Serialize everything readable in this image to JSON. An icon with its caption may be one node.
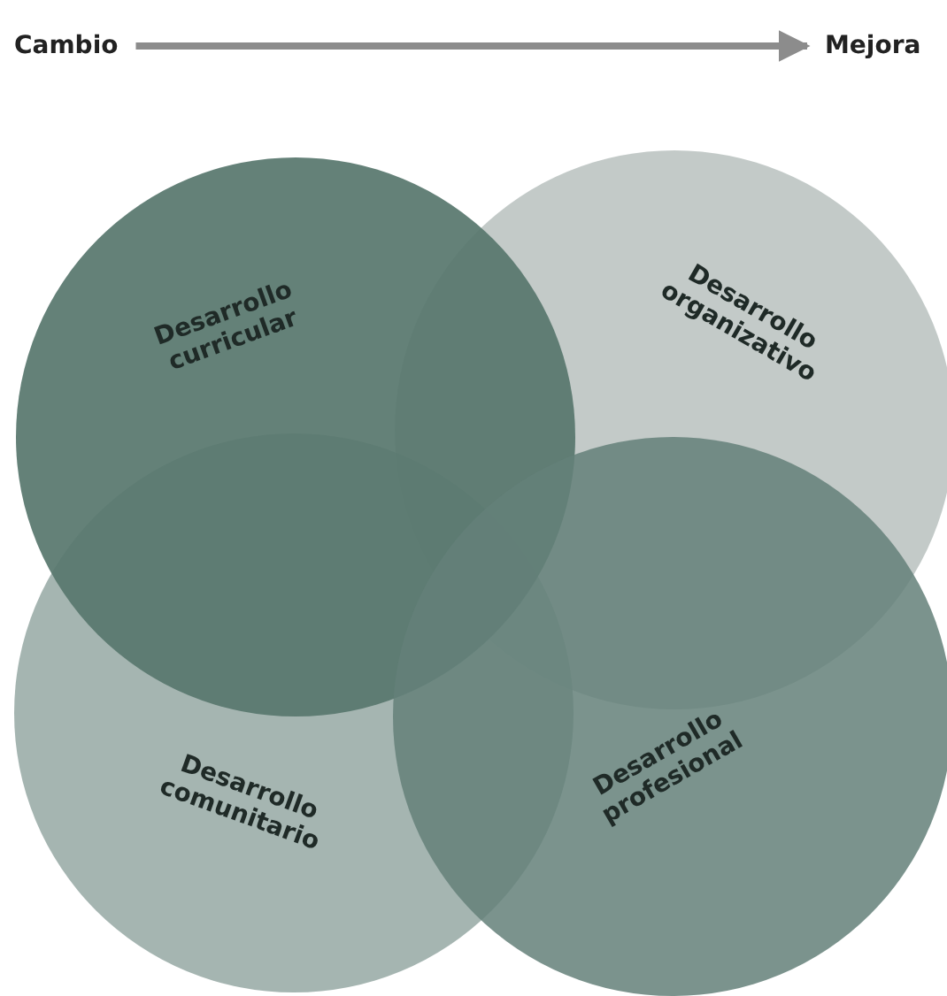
{
  "diagram": {
    "nodes": [
      {
        "text": [
          "Cambio"
        ]
      },
      {
        "text": [
          "Mejora"
        ]
      },
      {
        "text": [
          "Desarrollo curricular"
        ]
      },
      {
        "text": [
          "Desarrollo organizativo"
        ]
      },
      {
        "text": [
          "Desarrollo comunitario"
        ]
      },
      {
        "text": [
          "Desarrollo profesional"
        ]
      }
    ],
    "edges": [
      {
        "from": 0,
        "to": 1,
        "arrow": "to"
      }
    ]
  }
}
